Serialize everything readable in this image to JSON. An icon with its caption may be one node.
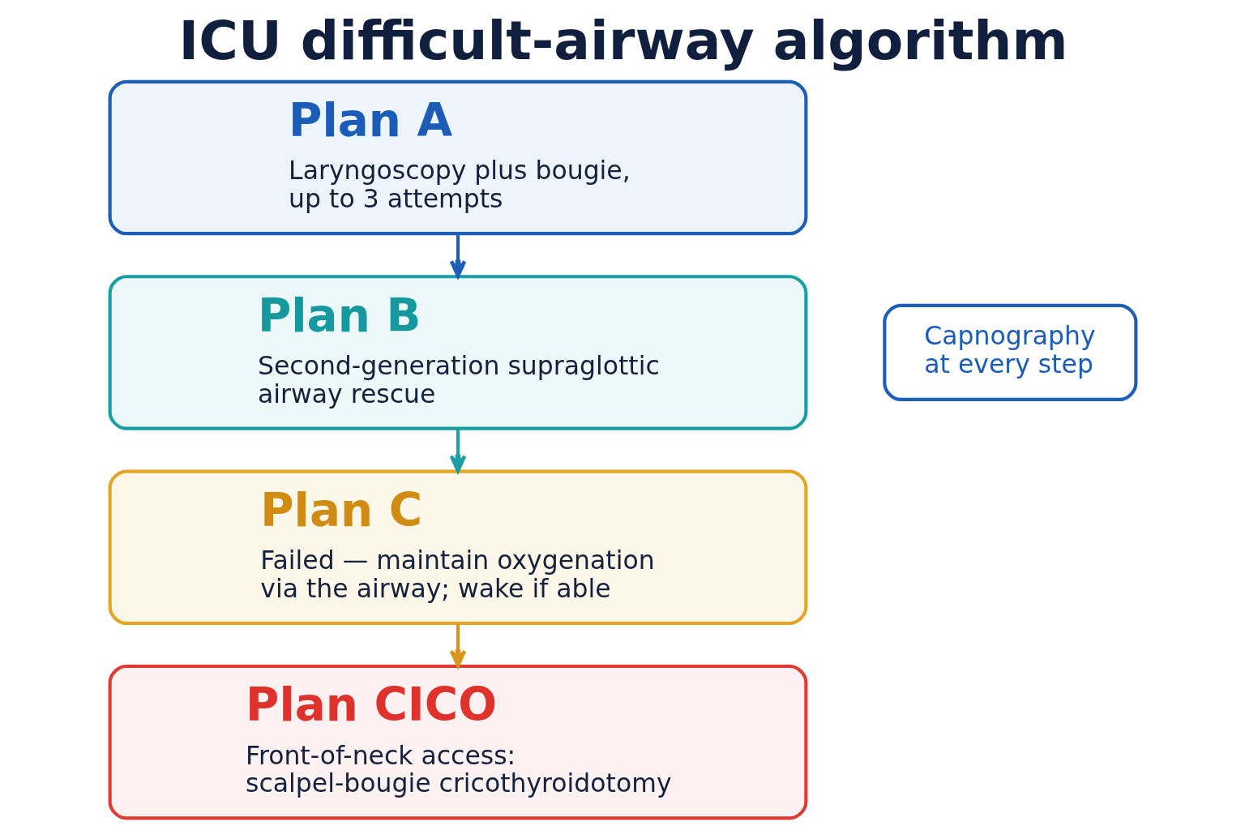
{
  "diagram": {
    "title": "ICU difficult-airway algorithm",
    "nodes": [
      {
        "text": [
          "Plan A",
          "Laryngoscopy plus bougie, up to 3 attempts"
        ]
      },
      {
        "text": [
          "Plan B",
          "Second-generation supraglottic airway rescue"
        ]
      },
      {
        "text": [
          "Plan C",
          "Failed — maintain oxygenation via the airway; wake if able"
        ]
      },
      {
        "text": [
          "Plan CICO",
          "Front-of-neck access: scalpel-bougie cricothyroidotomy"
        ]
      },
      {
        "text": [
          "Capnography at every step"
        ]
      }
    ],
    "edges": [
      {
        "from": 0,
        "to": 1,
        "arrow": "to",
        "color": "#1d5fb8"
      },
      {
        "from": 1,
        "to": 2,
        "arrow": "to",
        "color": "#1a9ea6"
      },
      {
        "from": 2,
        "to": 3,
        "arrow": "to",
        "color": "#d9961a"
      }
    ]
  }
}
